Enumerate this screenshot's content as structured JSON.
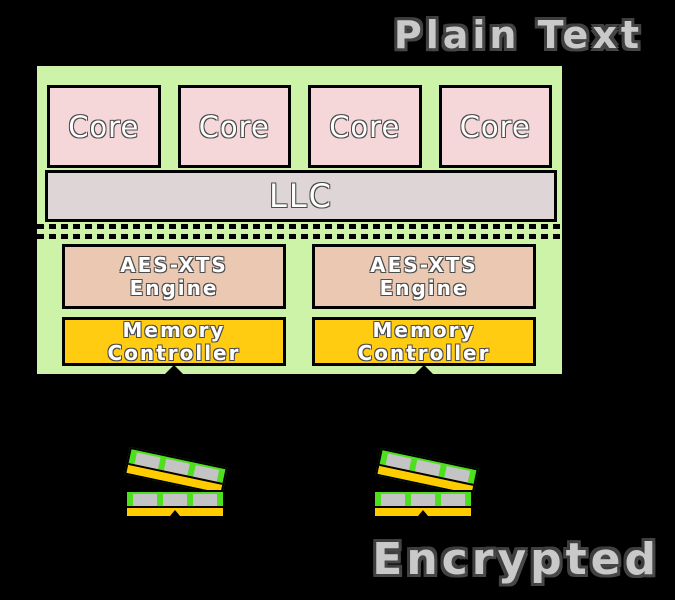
{
  "labels": {
    "plain_text": "Plain Text",
    "encrypted": "Encrypted"
  },
  "chip": {
    "cores": [
      {
        "label": "Core"
      },
      {
        "label": "Core"
      },
      {
        "label": "Core"
      },
      {
        "label": "Core"
      }
    ],
    "llc_label": "LLC",
    "aes_engines": [
      {
        "line1": "AES-XTS",
        "line2": "Engine"
      },
      {
        "line1": "AES-XTS",
        "line2": "Engine"
      }
    ],
    "memory_controllers": [
      {
        "line1": "Memory",
        "line2": "Controller"
      },
      {
        "line1": "Memory",
        "line2": "Controller"
      }
    ]
  },
  "memory": {
    "dimm_group_count": 2,
    "dimms_per_group": 2,
    "chips_per_dimm": 3
  },
  "colors": {
    "background": "#000000",
    "chip_fill": "#cdf3a8",
    "core_fill": "#f5d7da",
    "llc_fill": "#ded6d6",
    "aes_fill": "#eac8b1",
    "controller_fill": "#ffcc11",
    "dimm_body": "#4ee01e",
    "dimm_contact_edge": "#ffcc00",
    "dimm_chip": "#c4c4c4",
    "big_label_text": "#c9c9c9",
    "box_text": "#ffffff",
    "border": "#000000"
  }
}
